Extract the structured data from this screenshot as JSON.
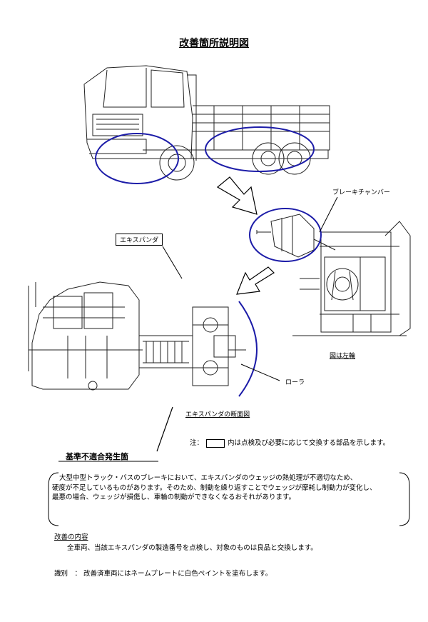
{
  "title": "改善箇所説明図",
  "labels": {
    "brake_chamber": "ブレーキチャンバー",
    "expander": "エキスパンダ",
    "roller": "ローラ",
    "left_wheel_caption": "図は左輪",
    "section_caption": "エキスパンダの断面図"
  },
  "note": {
    "prefix": "注：",
    "text": "内は点検及び必要に応じて交換する部品を示します。"
  },
  "defect": {
    "heading": "基準不適合発生箇",
    "lines": [
      "大型中型トラック・バスのブレーキにおいて、エキスパンダのウェッジの熱処理が不適切なため、",
      "硬度が不足しているものがあります。そのため、制動を繰り返すことでウェッジが摩耗し制動力が変化し、",
      "最悪の場合、ウェッジが損傷し、車輪の制動ができなくなるおそれがあります。"
    ]
  },
  "remedy": {
    "heading": "改善の内容",
    "text": "全車両、当該エキスパンダの製造番号を点検し、対象のものは良品と交換します。"
  },
  "identification": {
    "label": "識別　：",
    "text": "改善済車両にはネームプレートに白色ペイントを塗布します。"
  },
  "colors": {
    "highlight_ellipse": "#1c1ca8",
    "line": "#000000"
  }
}
